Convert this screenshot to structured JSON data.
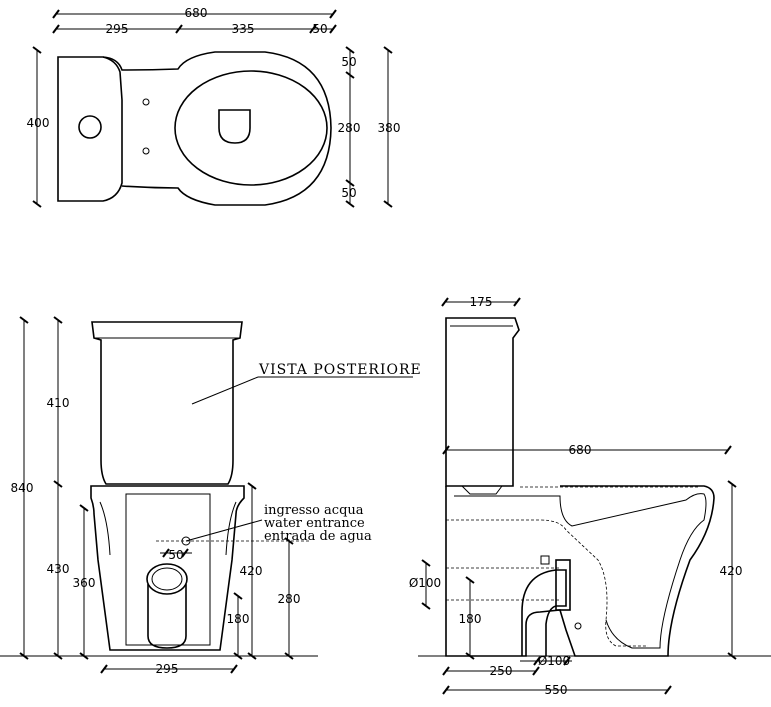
{
  "top_view": {
    "overall_length": "680",
    "tank_depth": "295",
    "bowl_length": "335",
    "rim_offset": "50",
    "width": "400",
    "bowl_width": "280",
    "bowl_outer": "380",
    "side_top": "50",
    "side_bottom": "50"
  },
  "rear_view": {
    "title": "VISTA   POSTERIORE",
    "tank_height": "410",
    "total_height": "840",
    "base_height": "430",
    "outlet_height": "360",
    "inlet_height": "420",
    "inlet_axis": "280",
    "floor_offset": "180",
    "inlet_offset": "50",
    "base_width": "295",
    "inlet_note": [
      "ingresso acqua",
      "water entrance",
      "entrada de agua"
    ]
  },
  "side_view": {
    "tank_depth": "175",
    "overall_length": "680",
    "pipe_diameter": "Ø100",
    "pipe_height": "180",
    "outlet_diameter": "Ø100",
    "bowl_height": "420",
    "outlet_distance": "250",
    "base_length": "550"
  }
}
